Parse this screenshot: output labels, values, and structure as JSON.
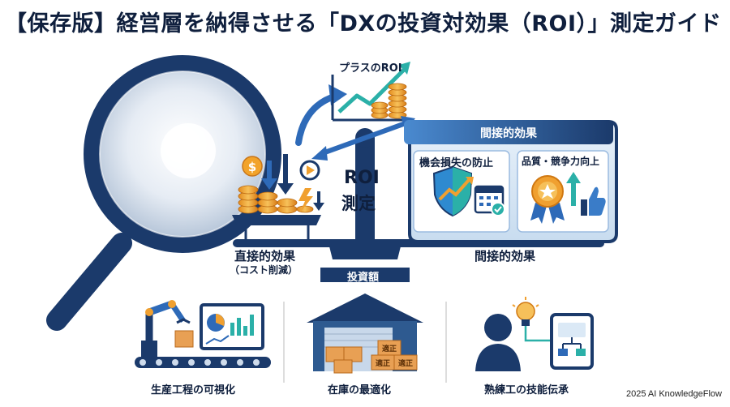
{
  "title": "【保存版】経営層を納得させる「DXの投資対効果（ROI）」測定ガイド",
  "chart_label": "プラスのROI",
  "center_label_1": "ROI",
  "center_label_2": "測定",
  "indirect_panel": {
    "header": "間接的効果",
    "left_card": "機会損失の防止",
    "right_card": "品質・競争力向上"
  },
  "direct_label_1": "直接的効果",
  "direct_label_2": "（コスト削減）",
  "indirect_label": "間接的効果",
  "investment_label": "投資額",
  "examples": [
    {
      "label": "生産工程の可視化"
    },
    {
      "label": "在庫の最適化"
    },
    {
      "label": "熟練工の技能伝承"
    }
  ],
  "box_label": "適正",
  "dollar_symbol": "$",
  "copyright": "2025 AI KnowledgeFlow",
  "colors": {
    "navy": "#1b3a6b",
    "dark": "#0f1f3d",
    "accent": "#f0a030",
    "teal": "#2bb0a8",
    "light_blue": "#dbe9f6"
  }
}
